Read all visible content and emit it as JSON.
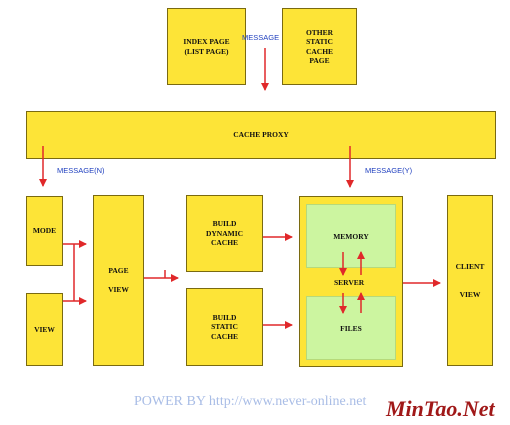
{
  "nodes": {
    "index_page": "INDEX PAGE\n(LIST PAGE)",
    "other_static": "OTHER\nSTATIC\nCACHE\nPAGE",
    "cache_proxy": "CACHE PROXY",
    "mode": "MODE",
    "view": "VIEW",
    "page_view": "PAGE\n\nVIEW",
    "build_dynamic": "BUILD\nDYNAMIC\nCACHE",
    "build_static": "BUILD\nSTATIC\nCACHE",
    "memory": "MEMORY",
    "server": "SERVER",
    "files": "FILES",
    "client_view": "CLIENT\n\n\nVIEW"
  },
  "labels": {
    "message_top": "MESSAGE",
    "message_n": "MESSAGE(N)",
    "message_y": "MESSAGE(Y)"
  },
  "footer": {
    "power_by": "POWER BY http://www.never-online.net",
    "brand": "MinTao.Net"
  },
  "colors": {
    "box_fill": "#fde437",
    "inner_fill": "#ccf5a0",
    "arrow": "#e0282a",
    "label": "#1f3fbf"
  }
}
